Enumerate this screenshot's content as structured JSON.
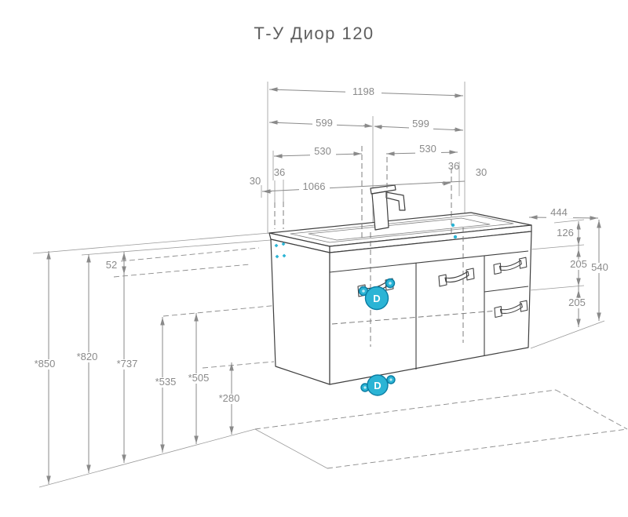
{
  "title": "Т-У Диор 120",
  "colors": {
    "line": "#3f3f3f",
    "dim_line": "#8a8a8a",
    "dim_text": "#8a8a8a",
    "accent_teal": "#2bb4d5",
    "accent_teal_dark": "#0a7da3"
  },
  "dimensions": {
    "top": {
      "overall_width": "1198",
      "half_left": "599",
      "half_right": "599",
      "inner_left": "530",
      "inner_right": "530",
      "edge_left_30": "30",
      "edge_left_36": "36",
      "edge_right_36": "36",
      "edge_right_30": "30",
      "mounting_span": "1066"
    },
    "right": {
      "depth": "444",
      "top_section": "126",
      "middle_section": "205",
      "bottom_section": "205",
      "total_height": "540"
    },
    "left": {
      "countertop_lip": "52",
      "floor_to_top": "*850",
      "floor_to_basin_rim": "*820",
      "floor_to_cabinet_underside": "*737"
    },
    "bottom": {
      "floor_to_siphon": "*535",
      "floor_to_drain": "*505",
      "floor_to_outlet": "*280"
    }
  },
  "markers": {
    "drain_letter": "D"
  }
}
